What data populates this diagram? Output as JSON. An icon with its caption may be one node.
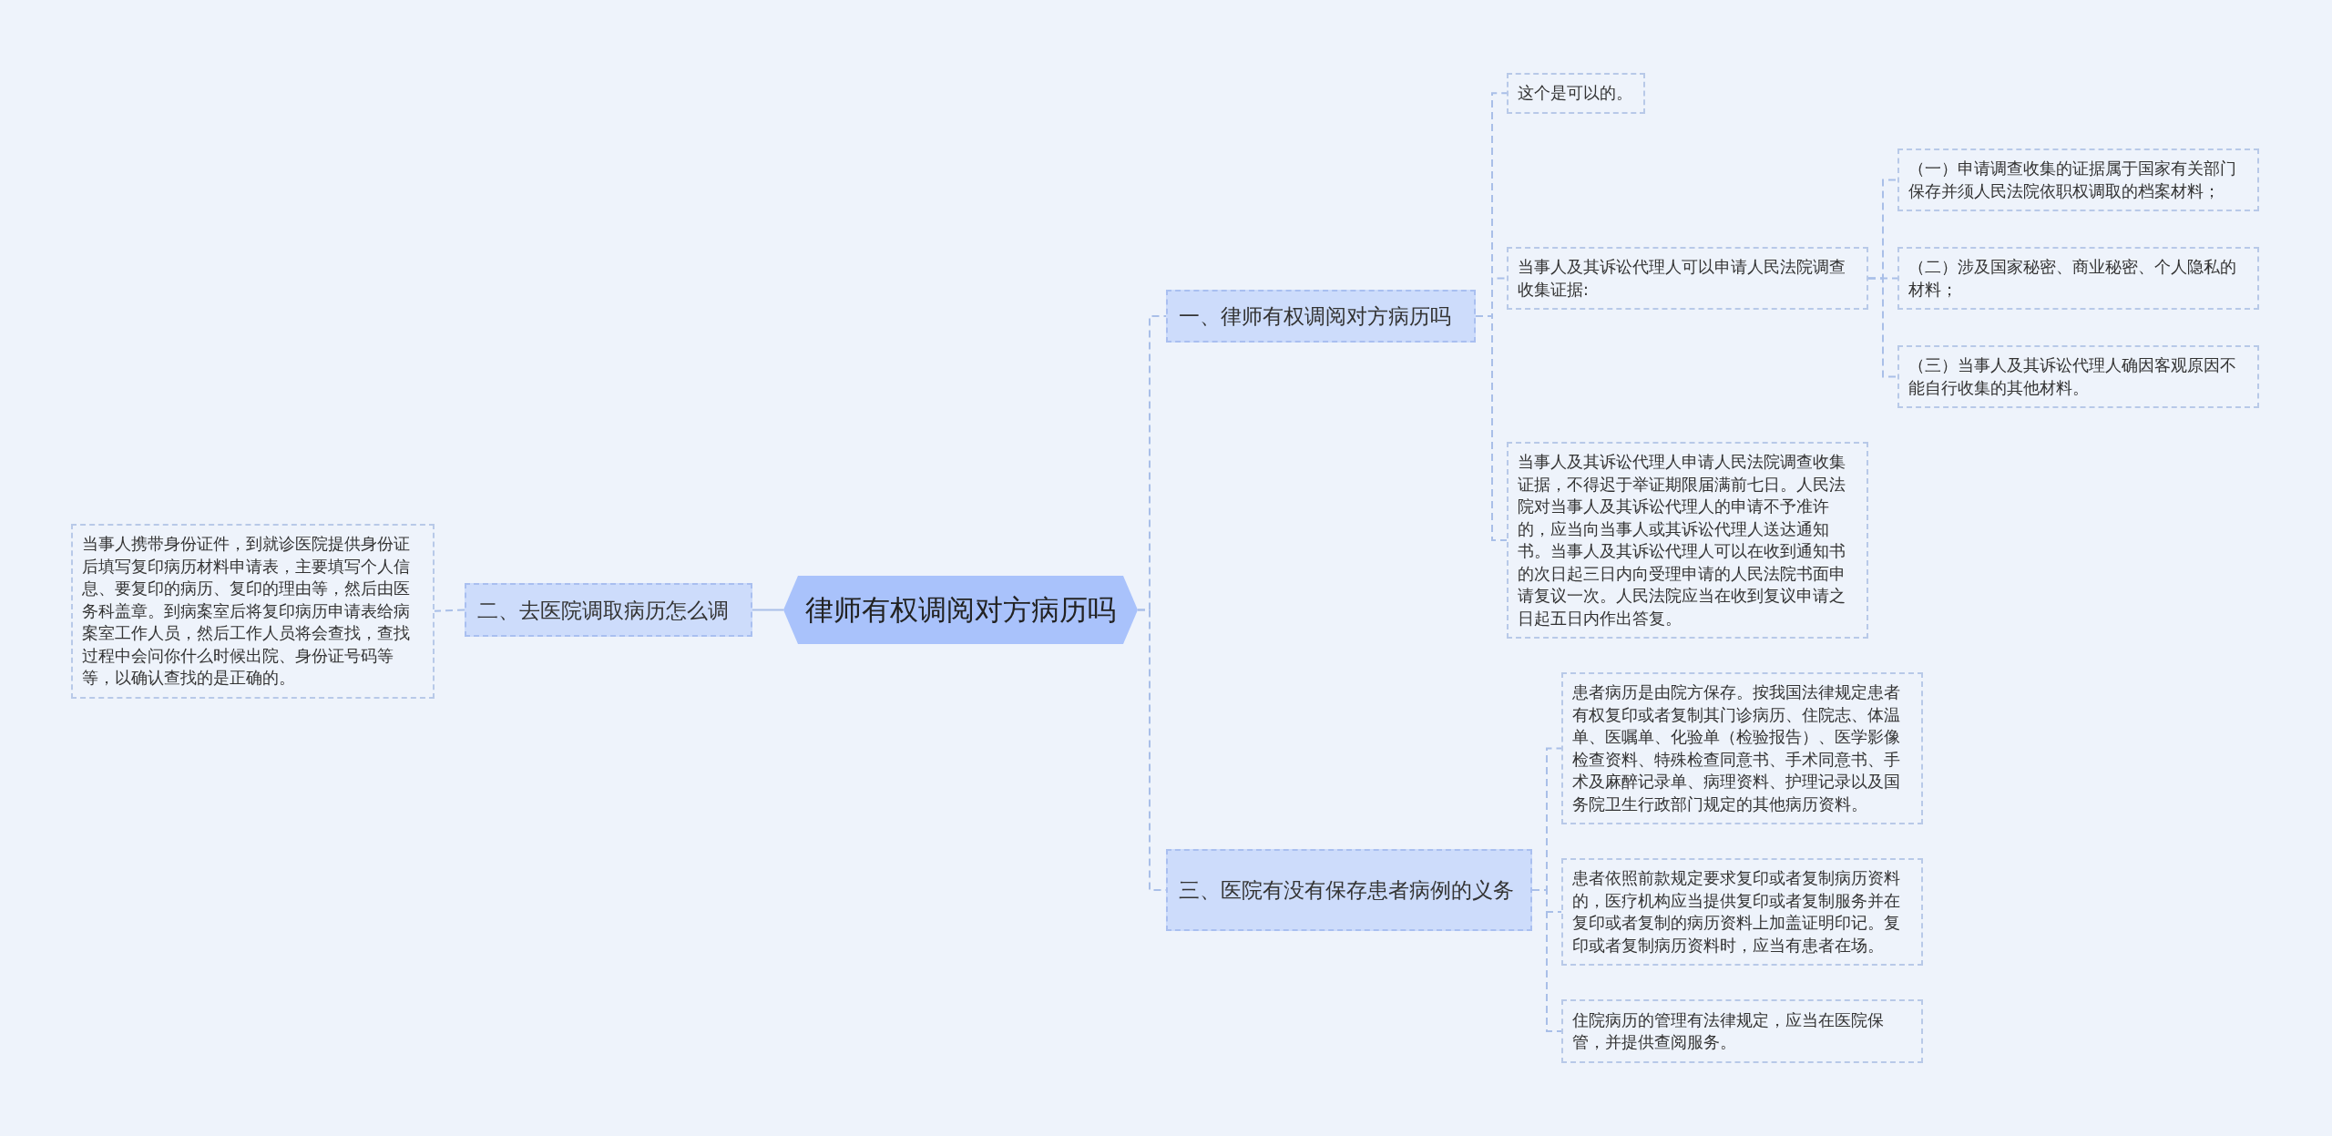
{
  "diagram": {
    "nodes": [
      {
        "text": [
          "律师有权调阅对方病历吗"
        ]
      },
      {
        "text": [
          "一、律师有权调阅对方病历吗"
        ]
      },
      {
        "text": [
          "这个是可以的。"
        ]
      },
      {
        "text": [
          "当事人及其诉讼代理人可以申请人民法院调查收集证据:"
        ]
      },
      {
        "text": [
          "（一）申请调查收集的证据属于国家有关部门保存并须人民法院依职权调取的档案材料；"
        ]
      },
      {
        "text": [
          "（二）涉及国家秘密、商业秘密、个人隐私的材料；"
        ]
      },
      {
        "text": [
          "（三）当事人及其诉讼代理人确因客观原因不能自行收集的其他材料。"
        ]
      },
      {
        "text": [
          "当事人及其诉讼代理人申请人民法院调查收集证据，不得迟于举证期限届满前七日。人民法院对当事人及其诉讼代理人的申请不予准许的，应当向当事人或其诉讼代理人送达通知书。当事人及其诉讼代理人可以在收到通知书的次日起三日内向受理申请的人民法院书面申请复议一次。人民法院应当在收到复议申请之日起五日内作出答复。"
        ]
      },
      {
        "text": [
          "二、去医院调取病历怎么调"
        ]
      },
      {
        "text": [
          "当事人携带身份证件，到就诊医院提供身份证后填写复印病历材料申请表，主要填写个人信息、要复印的病历、复印的理由等，然后由医务科盖章。到病案室后将复印病历申请表给病案室工作人员，然后工作人员将会查找，查找过程中会问你什么时候出院、身份证号码等等，以确认查找的是正确的。"
        ]
      },
      {
        "text": [
          "三、医院有没有保存患者病例的义务"
        ]
      },
      {
        "text": [
          "患者病历是由院方保存。按我国法律规定患者有权复印或者复制其门诊病历、住院志、体温单、医嘱单、化验单（检验报告）、医学影像检查资料、特殊检查同意书、手术同意书、手术及麻醉记录单、病理资料、护理记录以及国务院卫生行政部门规定的其他病历资料。"
        ]
      },
      {
        "text": [
          "患者依照前款规定要求复印或者复制病历资料的，医疗机构应当提供复印或者复制服务并在复印或者复制的病历资料上加盖证明印记。复印或者复制病历资料时，应当有患者在场。"
        ]
      },
      {
        "text": [
          "住院病历的管理有法律规定，应当在医院保管，并提供查阅服务。"
        ]
      }
    ],
    "edges": [
      {
        "from": 0,
        "to": 1,
        "arrow": "none",
        "style": "dashed"
      },
      {
        "from": 1,
        "to": 2,
        "arrow": "none",
        "style": "dashed"
      },
      {
        "from": 1,
        "to": 3,
        "arrow": "none",
        "style": "dashed"
      },
      {
        "from": 3,
        "to": 4,
        "arrow": "none",
        "style": "dashed"
      },
      {
        "from": 3,
        "to": 5,
        "arrow": "none",
        "style": "dashed"
      },
      {
        "from": 3,
        "to": 6,
        "arrow": "none",
        "style": "dashed"
      },
      {
        "from": 1,
        "to": 7,
        "arrow": "none",
        "style": "dashed"
      },
      {
        "from": 0,
        "to": 8,
        "arrow": "none"
      },
      {
        "from": 8,
        "to": 9,
        "arrow": "none",
        "style": "dashed"
      },
      {
        "from": 0,
        "to": 10,
        "arrow": "none",
        "style": "dashed"
      },
      {
        "from": 10,
        "to": 11,
        "arrow": "none",
        "style": "dashed"
      },
      {
        "from": 10,
        "to": 12,
        "arrow": "none",
        "style": "dashed"
      },
      {
        "from": 10,
        "to": 13,
        "arrow": "none",
        "style": "dashed"
      }
    ]
  }
}
